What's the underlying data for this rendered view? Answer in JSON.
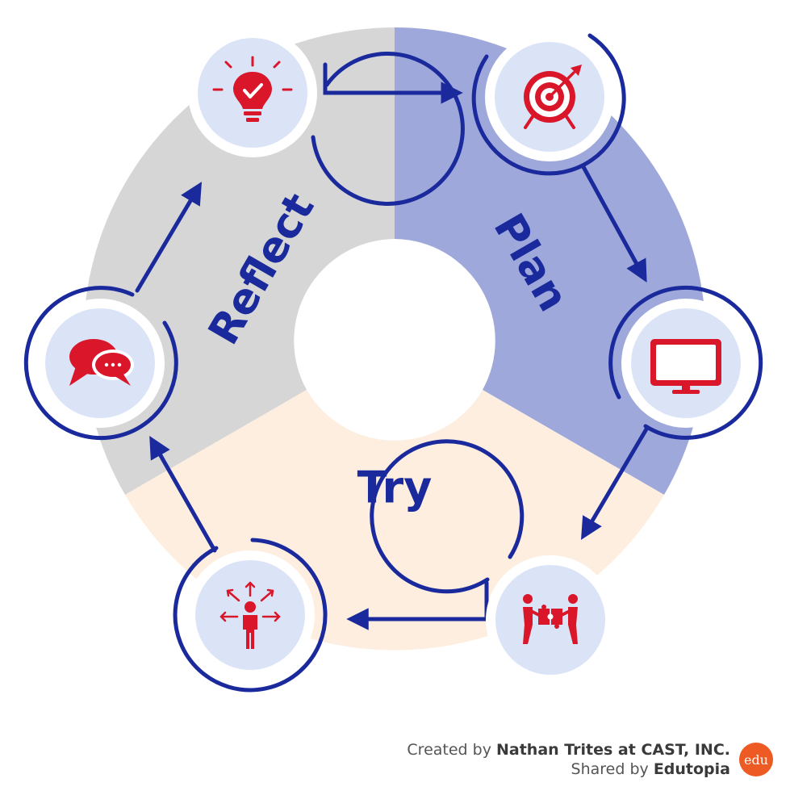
{
  "phases": {
    "reflect": {
      "label": "Reflect",
      "color": "#d6d6d6"
    },
    "plan": {
      "label": "Plan",
      "color": "#9fa8da"
    },
    "try": {
      "label": "Try",
      "color": "#fdeee0"
    }
  },
  "colors": {
    "navy": "#1a2a9c",
    "icon_red": "#d9162a",
    "node_fill": "#dbe4f7"
  },
  "steps": [
    {
      "icon": "lightbulb-check-icon"
    },
    {
      "icon": "target-arrow-icon"
    },
    {
      "icon": "monitor-icon"
    },
    {
      "icon": "people-puzzle-icon"
    },
    {
      "icon": "person-arrows-icon"
    },
    {
      "icon": "speech-bubbles-icon"
    }
  ],
  "credits": {
    "line1_prefix": "Created by ",
    "line1_name": "Nathan Trites at CAST, INC.",
    "line2_prefix": "Shared by ",
    "line2_name": "Edutopia",
    "logo_text": "edu"
  }
}
